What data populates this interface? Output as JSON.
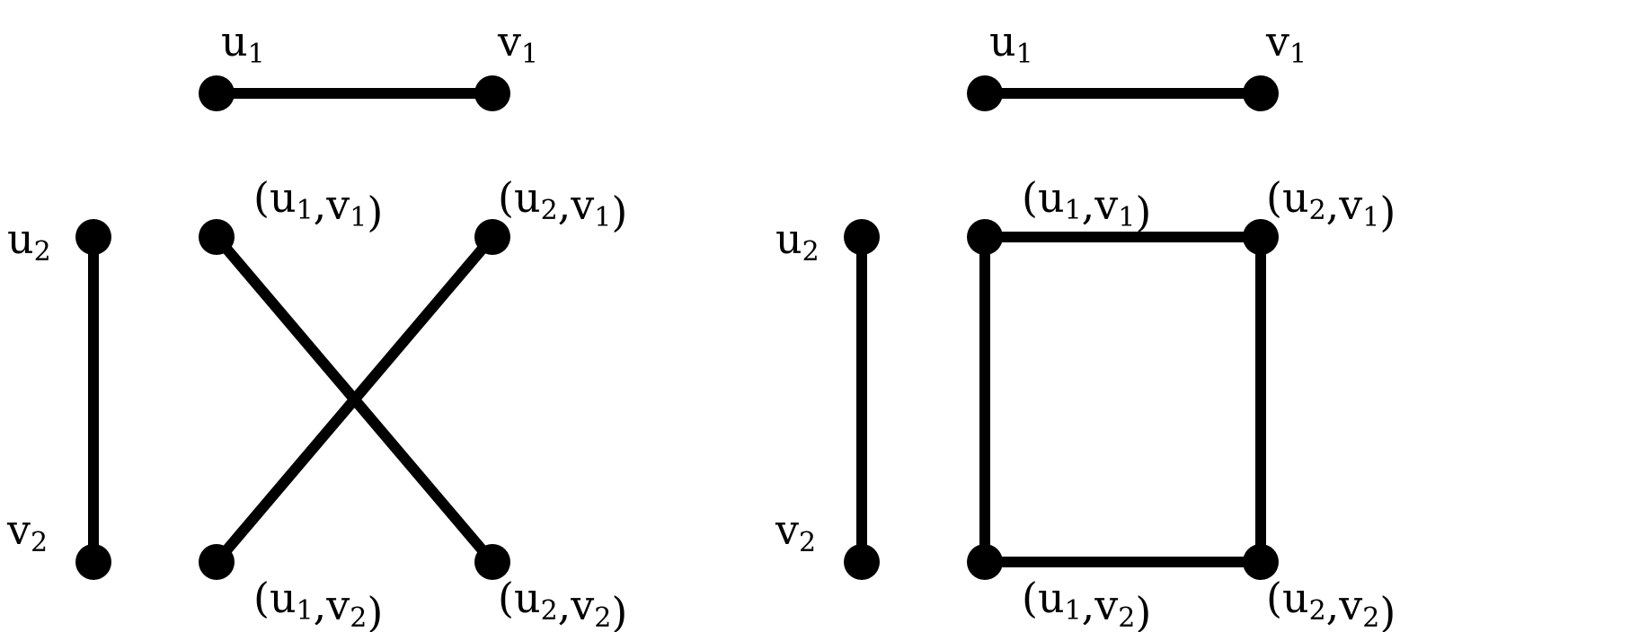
{
  "colors": {
    "ink": "#000000",
    "background": "#ffffff"
  },
  "left_diagram": {
    "factor_g": {
      "vertices": [
        {
          "id": "u1",
          "parts": [
            {
              "t": "u",
              "s": "1"
            }
          ]
        },
        {
          "id": "v1",
          "parts": [
            {
              "t": "v",
              "s": "1"
            }
          ]
        }
      ],
      "edges": [
        [
          "u1",
          "v1"
        ]
      ]
    },
    "factor_h": {
      "vertices": [
        {
          "id": "u2",
          "parts": [
            {
              "t": "u",
              "s": "2"
            }
          ]
        },
        {
          "id": "v2",
          "parts": [
            {
              "t": "v",
              "s": "2"
            }
          ]
        }
      ],
      "edges": [
        [
          "u2",
          "v2"
        ]
      ]
    },
    "product": {
      "vertices": [
        {
          "id": "u1v1",
          "parts": [
            {
              "t": "(u",
              "s": "1"
            },
            {
              "t": ",v",
              "s": "1"
            },
            {
              "t": ")"
            }
          ]
        },
        {
          "id": "u2v1",
          "parts": [
            {
              "t": "(u",
              "s": "2"
            },
            {
              "t": ",v",
              "s": "1"
            },
            {
              "t": ")"
            }
          ]
        },
        {
          "id": "u1v2",
          "parts": [
            {
              "t": "(u",
              "s": "1"
            },
            {
              "t": ",v",
              "s": "2"
            },
            {
              "t": ")"
            }
          ]
        },
        {
          "id": "u2v2",
          "parts": [
            {
              "t": "(u",
              "s": "2"
            },
            {
              "t": ",v",
              "s": "2"
            },
            {
              "t": ")"
            }
          ]
        }
      ],
      "edges": [
        [
          "u1v1",
          "u2v2"
        ],
        [
          "u2v1",
          "u1v2"
        ]
      ]
    }
  },
  "right_diagram": {
    "factor_g": {
      "vertices": [
        {
          "id": "u1",
          "parts": [
            {
              "t": "u",
              "s": "1"
            }
          ]
        },
        {
          "id": "v1",
          "parts": [
            {
              "t": "v",
              "s": "1"
            }
          ]
        }
      ],
      "edges": [
        [
          "u1",
          "v1"
        ]
      ]
    },
    "factor_h": {
      "vertices": [
        {
          "id": "u2",
          "parts": [
            {
              "t": "u",
              "s": "2"
            }
          ]
        },
        {
          "id": "v2",
          "parts": [
            {
              "t": "v",
              "s": "2"
            }
          ]
        }
      ],
      "edges": [
        [
          "u2",
          "v2"
        ]
      ]
    },
    "product": {
      "vertices": [
        {
          "id": "u1v1",
          "parts": [
            {
              "t": "(u",
              "s": "1"
            },
            {
              "t": ",v",
              "s": "1"
            },
            {
              "t": ")"
            }
          ]
        },
        {
          "id": "u2v1",
          "parts": [
            {
              "t": "(u",
              "s": "2"
            },
            {
              "t": ",v",
              "s": "1"
            },
            {
              "t": ")"
            }
          ]
        },
        {
          "id": "u1v2",
          "parts": [
            {
              "t": "(u",
              "s": "1"
            },
            {
              "t": ",v",
              "s": "2"
            },
            {
              "t": ")"
            }
          ]
        },
        {
          "id": "u2v2",
          "parts": [
            {
              "t": "(u",
              "s": "2"
            },
            {
              "t": ",v",
              "s": "2"
            },
            {
              "t": ")"
            }
          ]
        }
      ],
      "edges": [
        [
          "u1v1",
          "u2v1"
        ],
        [
          "u2v1",
          "u2v2"
        ],
        [
          "u2v2",
          "u1v2"
        ],
        [
          "u1v2",
          "u1v1"
        ]
      ]
    }
  }
}
